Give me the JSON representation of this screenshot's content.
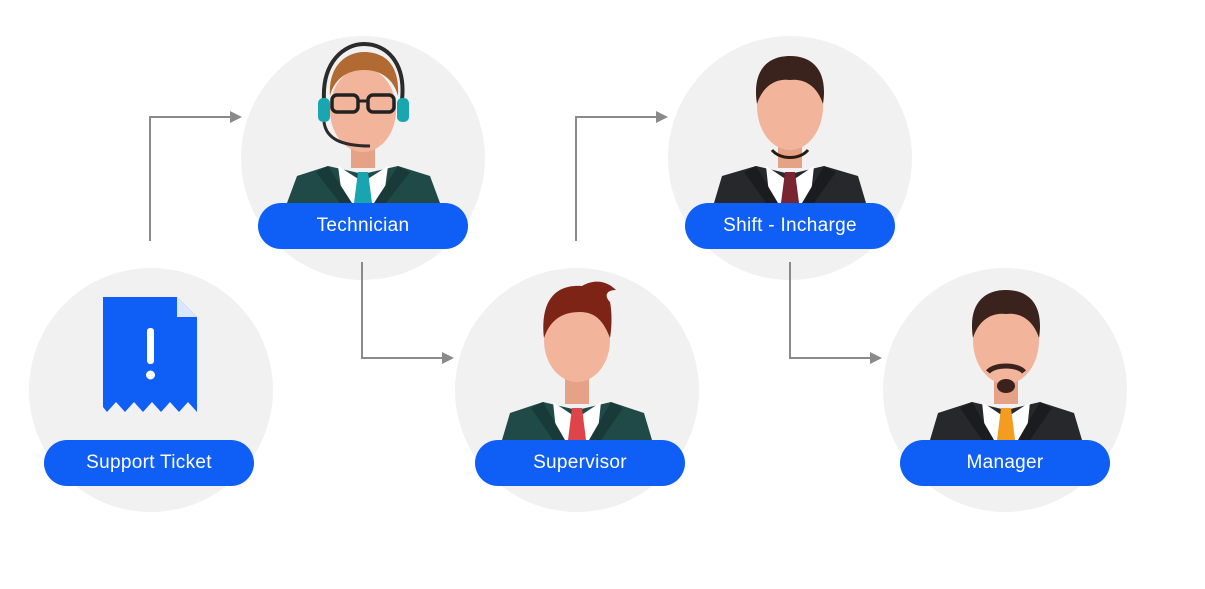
{
  "colors": {
    "accent": "#0f5ef5",
    "circle_bg": "#f1f1f1",
    "connector": "#8a8a8a",
    "skin": "#f2b49a",
    "suit_green": "#1f4a48",
    "suit_navy": "#233548",
    "suit_black": "#26282c"
  },
  "nodes": {
    "support_ticket": {
      "label": "Support Ticket",
      "icon": "ticket-alert-icon"
    },
    "technician": {
      "label": "Technician",
      "icon": "technician-headset-avatar"
    },
    "supervisor": {
      "label": "Supervisor",
      "icon": "supervisor-avatar"
    },
    "shift_incharge": {
      "label": "Shift - Incharge",
      "icon": "shift-incharge-avatar"
    },
    "manager": {
      "label": "Manager",
      "icon": "manager-avatar"
    }
  },
  "flow": [
    [
      "support_ticket",
      "technician"
    ],
    [
      "technician",
      "supervisor"
    ],
    [
      "supervisor",
      "shift_incharge"
    ],
    [
      "shift_incharge",
      "manager"
    ]
  ]
}
